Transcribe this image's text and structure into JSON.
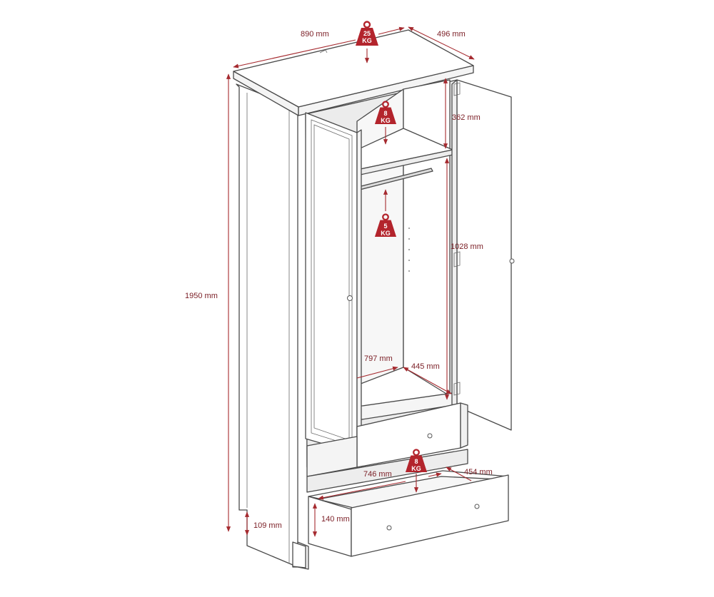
{
  "colors": {
    "dimension": "#a52a2f",
    "weight_badge": "#b3242c",
    "furniture": "#ffffff",
    "outline": "#4a4a4a"
  },
  "icon": "weight-icon",
  "weights": {
    "top": {
      "value": "25",
      "unit": "KG"
    },
    "shelf": {
      "value": "8",
      "unit": "KG"
    },
    "rail": {
      "value": "5",
      "unit": "KG"
    },
    "drawer": {
      "value": "8",
      "unit": "KG"
    }
  },
  "dimensions": {
    "width": "890 mm",
    "depth": "496 mm",
    "height": "1950 mm",
    "shelf_height": "362 mm",
    "hanging_height": "1028 mm",
    "inner_width": "797 mm",
    "inner_depth": "445 mm",
    "drawer_width": "746 mm",
    "drawer_depth": "454 mm",
    "drawer_height": "140 mm",
    "leg_height": "109 mm"
  }
}
